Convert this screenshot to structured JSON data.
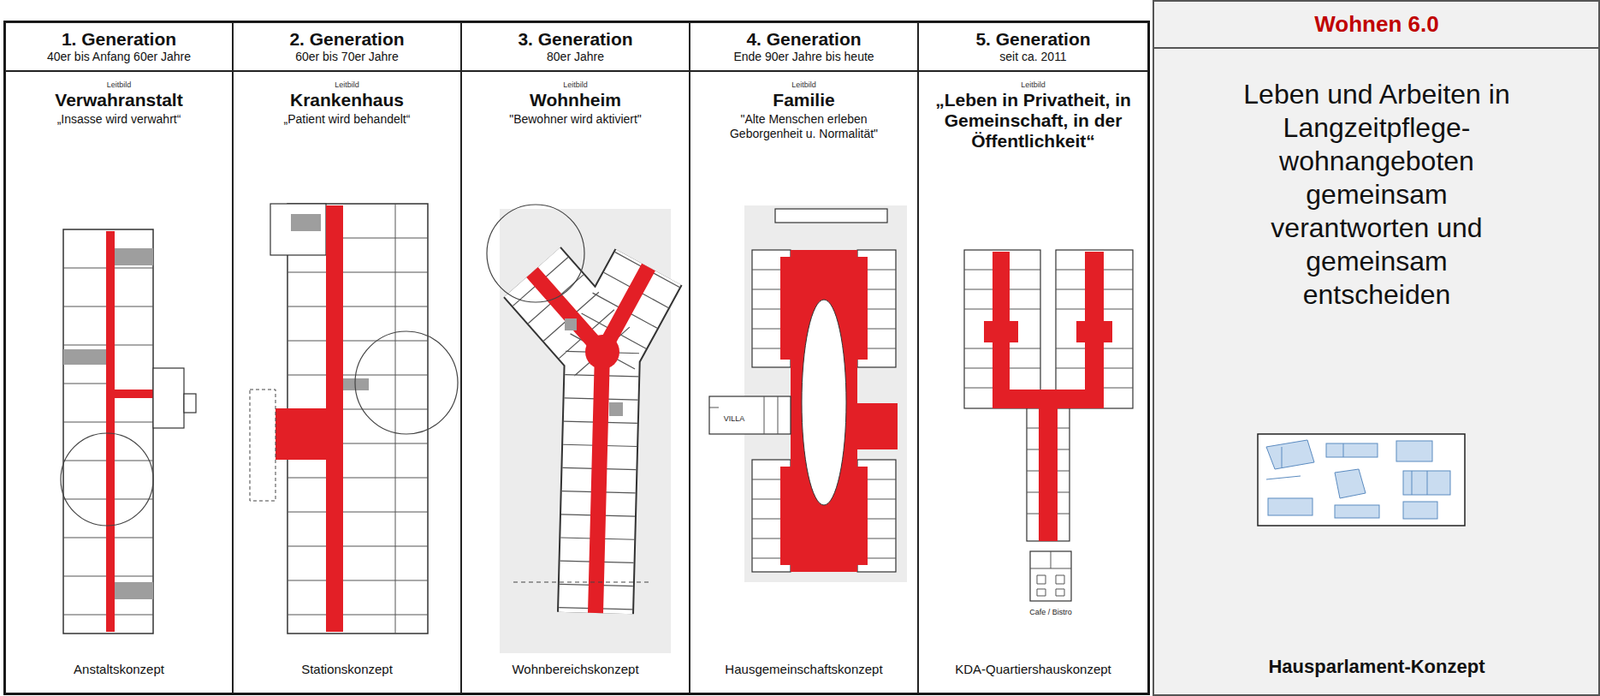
{
  "diagram": {
    "nodes": [
      {
        "text": [
          "1. Generation",
          "40er bis Anfang 60er Jahre"
        ]
      },
      {
        "text": [
          "2. Generation",
          "60er bis 70er Jahre"
        ]
      },
      {
        "text": [
          "3. Generation",
          "80er Jahre"
        ]
      },
      {
        "text": [
          "4. Generation",
          "Ende 90er Jahre bis heute"
        ]
      },
      {
        "text": [
          "5. Generation",
          "seit ca. 2011"
        ]
      },
      {
        "text": [
          "Wohnen 6.0"
        ]
      },
      {
        "text": [
          "Leitbild",
          "Verwahranstalt",
          "„Insasse wird verwahrt“",
          "Anstaltskonzept"
        ]
      },
      {
        "text": [
          "Leitbild",
          "Krankenhaus",
          "„Patient wird behandelt“",
          "Stationskonzept"
        ]
      },
      {
        "text": [
          "Leitbild",
          "Wohnheim",
          "\"Bewohner wird aktiviert\"",
          "Wohnbereichskonzept"
        ]
      },
      {
        "text": [
          "Leitbild",
          "Familie",
          "\"Alte Menschen erleben Geborgenheit u. Normalität\"",
          "Hausgemeinschaftskonzept"
        ]
      },
      {
        "text": [
          "Leitbild",
          "„Leben in Privatheit, in Gemeinschaft, in der Öffentlichkeit“",
          "KDA-Quartiershauskonzept"
        ]
      },
      {
        "text": [
          "Leben und Arbeiten in Langzeitpflege- wohnangeboten gemeinsam verantworten und gemeinsam entscheiden",
          "Hausparlament-Konzept"
        ]
      }
    ],
    "labels": [
      "VILLA",
      "Cafe / Bistro"
    ]
  }
}
